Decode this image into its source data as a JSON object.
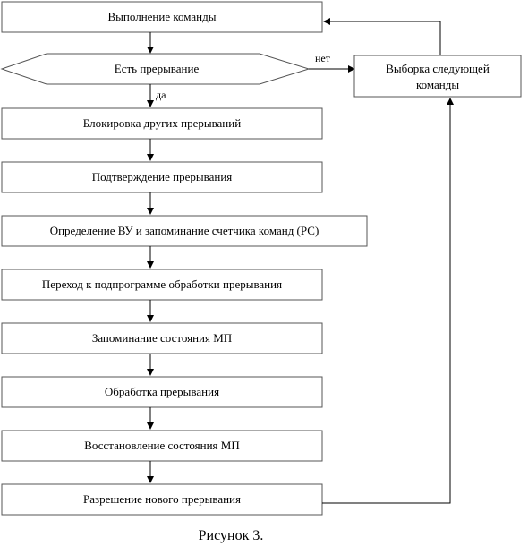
{
  "steps": {
    "execute": "Выполнение команды",
    "decision": "Есть прерывание",
    "block": "Блокировка других прерываний",
    "confirm": "Подтверждение прерывания",
    "identify": "Определение ВУ и запоминание счетчика команд (РС)",
    "transition": "Переход к подпрограмме обработки прерывания",
    "save_state": "Запоминание состояния МП",
    "process": "Обработка прерывания",
    "restore_state": "Восстановление состояния МП",
    "enable": "Разрешение нового прерывания"
  },
  "fetch_next": {
    "line1": "Выборка следующей",
    "line2": "команды"
  },
  "labels": {
    "no": "нет",
    "yes": "да"
  },
  "caption": "Рисунок 3."
}
